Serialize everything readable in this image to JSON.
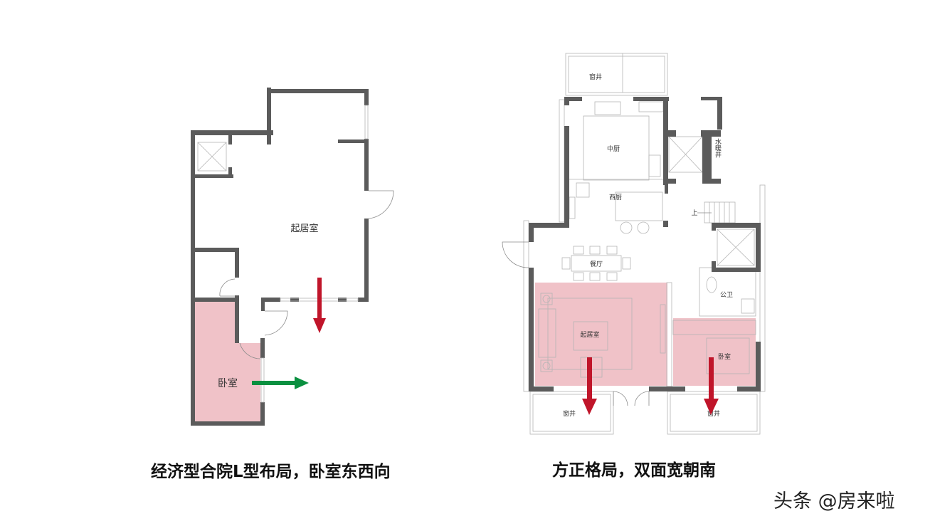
{
  "left_plan": {
    "rooms": {
      "living": "起居室",
      "bedroom": "卧室"
    },
    "caption": "经济型合院L型布局，卧室东西向"
  },
  "right_plan": {
    "rooms": {
      "window_well_top": "窗井",
      "middle_kitchen": "中厨",
      "western_kitchen": "西厨",
      "plumbing_shaft": "水暖井",
      "stairs_up": "上",
      "dining": "餐厅",
      "public_bath": "公卫",
      "living": "起居室",
      "bedroom": "卧室",
      "window_well_bottom_left": "窗井",
      "window_well_bottom_right": "窗井"
    },
    "caption": "方正格局，双面宽朝南"
  },
  "watermark": "头条 @房来啦",
  "colors": {
    "wall": "#5b5b5b",
    "highlight": "#f0c2c8",
    "south_arrow": "#c0152a",
    "east_arrow": "#0a9040"
  }
}
